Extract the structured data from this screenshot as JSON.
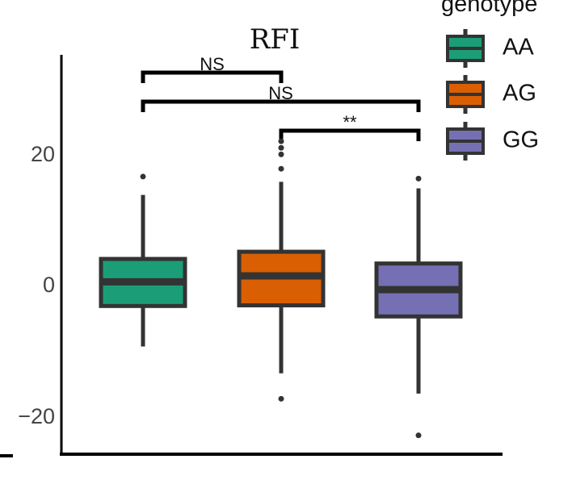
{
  "chart_data": {
    "type": "box",
    "title": "RFI",
    "xlabel": "",
    "ylabel": "",
    "ylim": [
      -24.5,
      35.5
    ],
    "yticks": [
      20,
      0,
      -20
    ],
    "ytick_labels": [
      "20",
      "0",
      "−20"
    ],
    "categories": [
      "AA",
      "AG",
      "GG"
    ],
    "legend": {
      "title": "genotype",
      "position": "top-right",
      "entries": [
        "AA",
        "AG",
        "GG"
      ]
    },
    "colors": {
      "AA": "#1b9e77",
      "AG": "#d95f02",
      "GG": "#7570b3",
      "outline": "#333333"
    },
    "boxes": [
      {
        "name": "AA",
        "whisker_low": -9.2,
        "q1": -3.0,
        "median": 0.7,
        "q3": 4.2,
        "whisker_high": 14.0,
        "outliers": [
          16.8
        ]
      },
      {
        "name": "AG",
        "whisker_low": -13.3,
        "q1": -2.9,
        "median": 1.6,
        "q3": 5.3,
        "whisker_high": 16.0,
        "outliers": [
          -17.2,
          18.0,
          20.2,
          21.2,
          22.2
        ]
      },
      {
        "name": "GG",
        "whisker_low": -16.4,
        "q1": -4.6,
        "median": -0.5,
        "q3": 3.5,
        "whisker_high": 15.0,
        "outliers": [
          16.5,
          -22.8
        ]
      }
    ],
    "comparisons": [
      {
        "pair": [
          "AA",
          "AG"
        ],
        "label": "NS"
      },
      {
        "pair": [
          "AA",
          "GG"
        ],
        "label": "NS"
      },
      {
        "pair": [
          "AG",
          "GG"
        ],
        "label": "**"
      }
    ]
  }
}
